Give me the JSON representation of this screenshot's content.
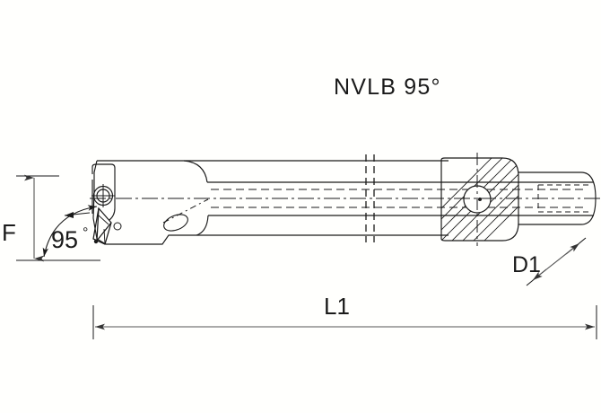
{
  "drawing": {
    "title": "NVLB 95°",
    "background_color": "#fffffd",
    "line_color": "#1a1a1a",
    "dimension_line_color": "#555555",
    "labels": {
      "overall_length": "L1",
      "shank_diameter": "D1",
      "center_height": "F",
      "lead_angle": "95"
    },
    "annotations": {
      "degree_symbol": "°"
    },
    "view": {
      "type": "side-elevation",
      "tool_family": "boring-bar",
      "features": [
        "cutting-insert",
        "clamp-screw",
        "coolant-channel",
        "break-line",
        "hatched-cross-section",
        "rounded-shank-end"
      ]
    }
  }
}
